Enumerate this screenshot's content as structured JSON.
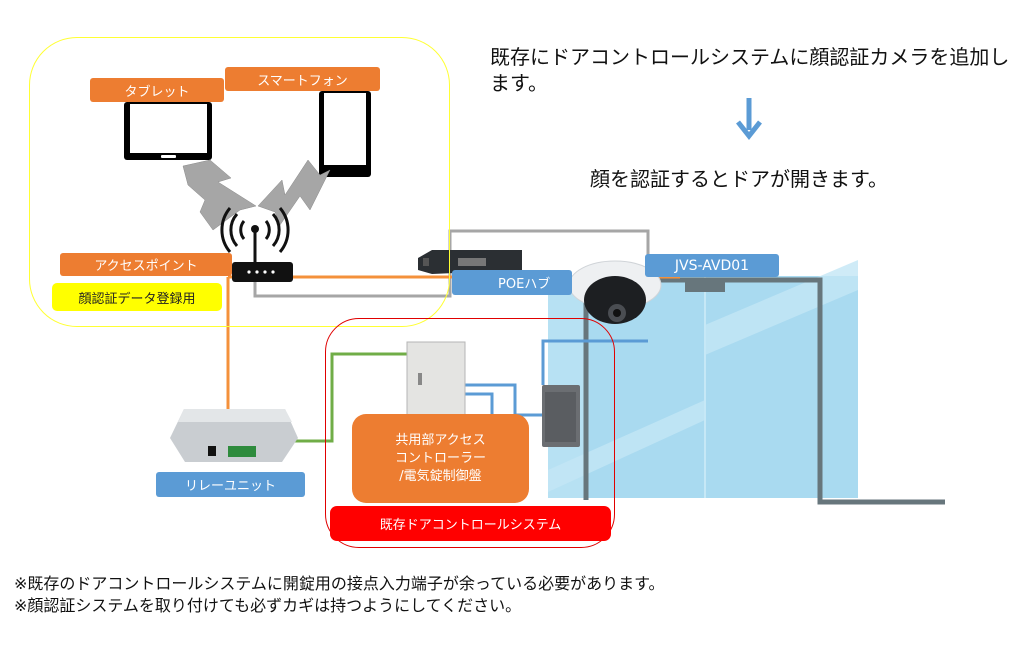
{
  "description": {
    "headline": "既存にドアコントロールシステムに顔認証カメラを追加します。",
    "result": "顔を認証するとドアが開きます。"
  },
  "zones": {
    "registration": {
      "label": "顔認証データ登録用",
      "color": "#ffff33"
    },
    "existing_system": {
      "label": "既存ドアコントロールシステム",
      "color": "#ff0000"
    }
  },
  "devices": {
    "tablet": "タブレット",
    "smartphone": "スマートフォン",
    "access_point": "アクセスポイント",
    "poe_hub": "POEハブ",
    "camera": "JVS-AVD01",
    "relay_unit": "リレーユニット",
    "controller": [
      "共用部アクセス",
      "コントローラー",
      "/電気錠制御盤"
    ]
  },
  "notes": [
    "※既存のドアコントロールシステムに開錠用の接点入力端子が余っている必要があります。",
    "※顔認証システムを取り付けても必ずカギは持つようにしてください。"
  ],
  "colors": {
    "label_orange": "#ed7d31",
    "label_blue": "#5b9bd5",
    "cable_orange": "#f4913b",
    "cable_green": "#70ad47",
    "cable_blue": "#5b9bd5",
    "cable_gray": "#a6a6a6",
    "door_glass": "#a9daf0",
    "door_frame": "#67767c"
  }
}
